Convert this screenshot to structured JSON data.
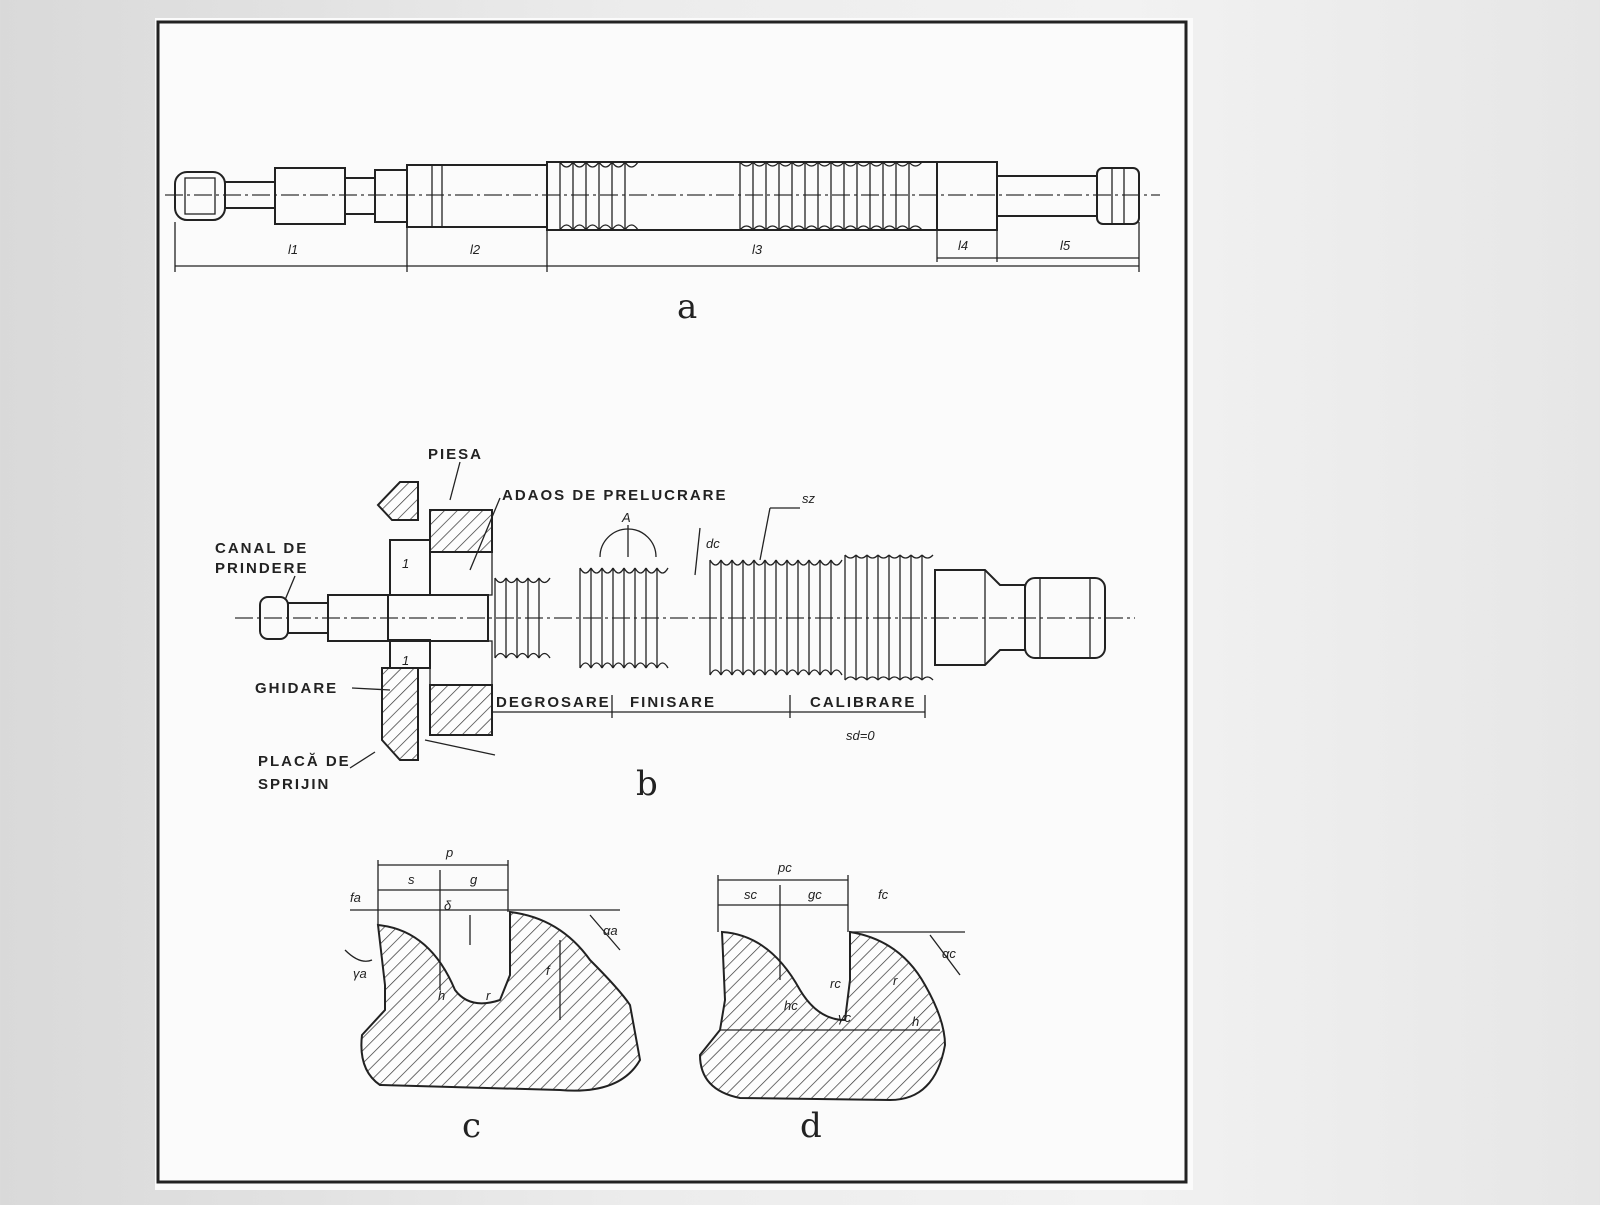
{
  "figure_a": {
    "caption": "a",
    "dimensions": [
      "l1",
      "l2",
      "l3",
      "l4",
      "l5"
    ]
  },
  "figure_b": {
    "caption": "b",
    "labels": {
      "piesa": "PIESA",
      "adaos": "ADAOS DE PRELUCRARE",
      "canal_line1": "CANAL DE",
      "canal_line2": "PRINDERE",
      "ghidare": "GHIDARE",
      "placa_line1": "PLACĂ DE",
      "placa_line2": "SPRIJIN",
      "degrosare": "DEGROSARE",
      "finisare": "FINISARE",
      "calibrare": "CALIBRARE",
      "sd": "sd=0",
      "fz": "sz",
      "A": "A",
      "dc": "dc",
      "tag1": "1",
      "tag2": "1"
    }
  },
  "figure_c": {
    "caption": "c",
    "labels": {
      "p": "p",
      "s": "s",
      "g": "g",
      "f": "f",
      "h": "h",
      "r": "r",
      "fa": "fa",
      "ya": "γa",
      "aa": "αa",
      "fg": "f",
      "o": "δ"
    }
  },
  "figure_d": {
    "caption": "d",
    "labels": {
      "p": "pc",
      "s": "sc",
      "g": "gc",
      "f": "fc",
      "h": "hc",
      "r": "rc",
      "r2": "r",
      "yc": "γc",
      "ac": "αc",
      "hh": "h"
    }
  }
}
